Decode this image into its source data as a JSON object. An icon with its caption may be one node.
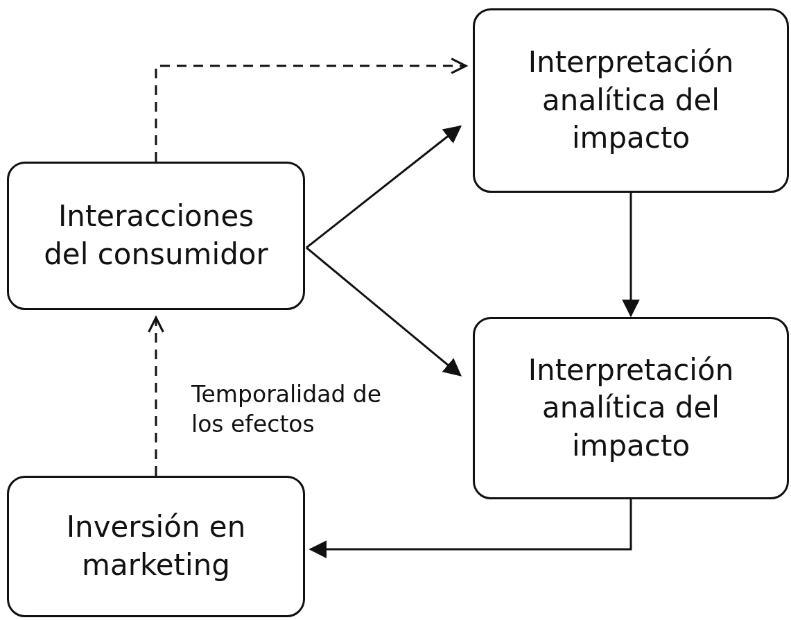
{
  "diagram": {
    "nodes": [
      {
        "text": [
          "Interacciones del consumidor"
        ]
      },
      {
        "text": [
          "Interpretación analítica del impacto"
        ]
      },
      {
        "text": [
          "Interpretación analítica del impacto"
        ]
      },
      {
        "text": [
          "Inversión en marketing"
        ]
      }
    ],
    "edges": [
      {
        "from": 0,
        "to": 1,
        "arrow": "to",
        "style": "dashed"
      },
      {
        "from": 0,
        "to": 1,
        "arrow": "to"
      },
      {
        "from": 0,
        "to": 2,
        "arrow": "to"
      },
      {
        "from": 1,
        "to": 2,
        "arrow": "to"
      },
      {
        "from": 2,
        "to": 3,
        "arrow": "to"
      },
      {
        "from": 3,
        "to": 0,
        "arrow": "to",
        "style": "dashed",
        "label": "Temporalidad de los efectos"
      }
    ]
  }
}
